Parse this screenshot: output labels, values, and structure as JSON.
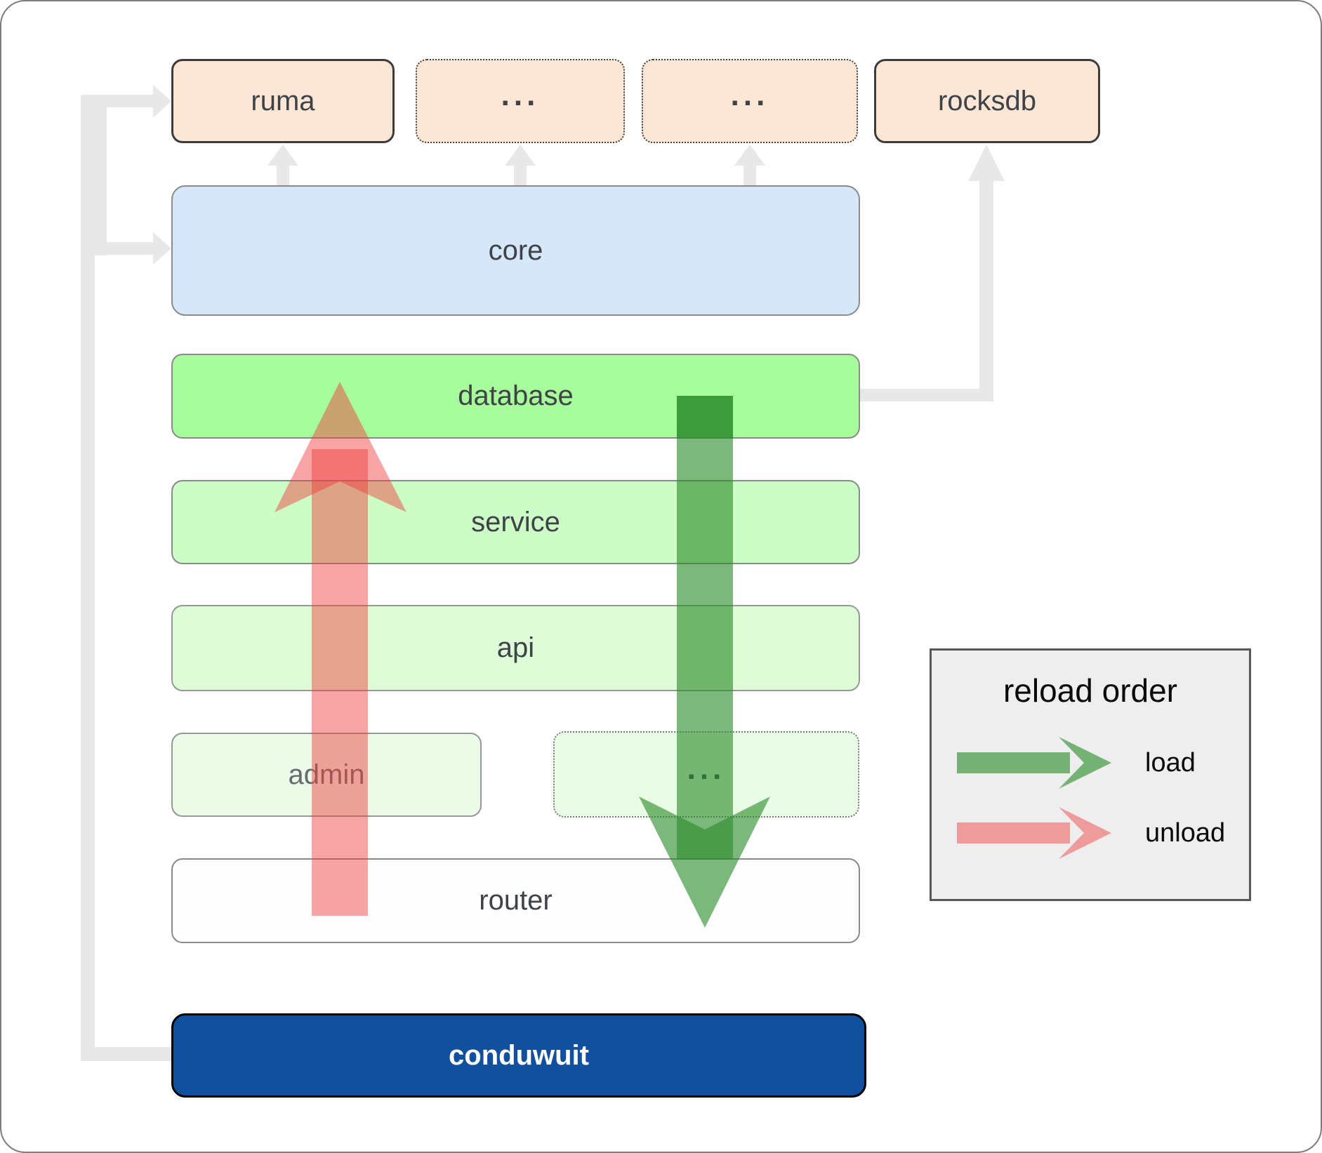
{
  "nodes": {
    "ruma": {
      "label": "ruma"
    },
    "ellipsis1": {
      "label": "..."
    },
    "ellipsis2": {
      "label": "..."
    },
    "rocksdb": {
      "label": "rocksdb"
    },
    "core": {
      "label": "core"
    },
    "database": {
      "label": "database"
    },
    "service": {
      "label": "service"
    },
    "api": {
      "label": "api"
    },
    "admin": {
      "label": "admin"
    },
    "ellipsis3": {
      "label": "..."
    },
    "router": {
      "label": "router"
    },
    "conduwuit": {
      "label": "conduwuit"
    }
  },
  "legend": {
    "title": "reload order",
    "load_label": "load",
    "unload_label": "unload"
  },
  "colors": {
    "peach_fill": "#fce7d7",
    "core_fill": "#d6e7fa",
    "database_fill": "#a7fc9c",
    "service_fill": "#cdfdc6",
    "api_fill": "#dffcd8",
    "admin_fill": "#edfbe9",
    "ellipsis_row_fill": "#e9fce5",
    "router_fill": "#ffffff",
    "conduwuit_fill": "#11509f",
    "conduwuit_text": "#ffffff",
    "load_arrow": "#2b8a2b",
    "unload_arrow": "#ef3e3e",
    "connector_gray": "#e8e8e8",
    "legend_background": "#eeeeee"
  }
}
